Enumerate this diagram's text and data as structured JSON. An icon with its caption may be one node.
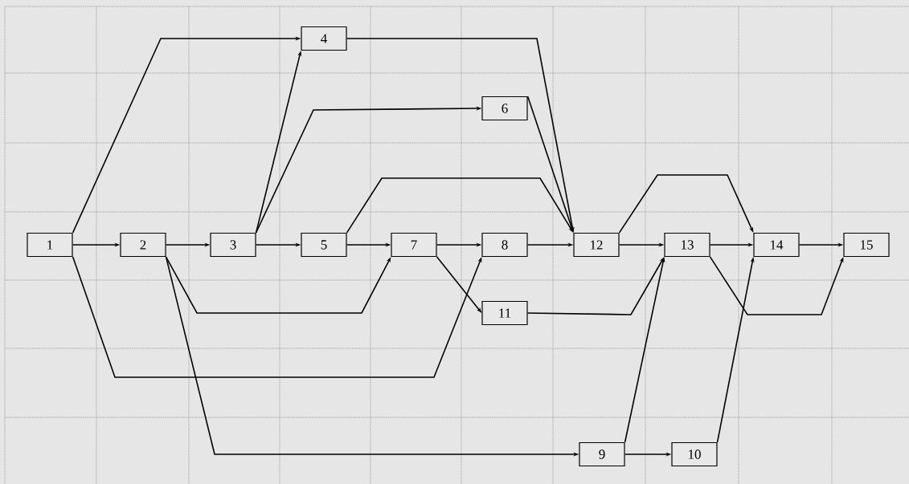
{
  "diagram": {
    "nodes": [
      {
        "text": [
          "1"
        ]
      },
      {
        "text": [
          "2"
        ]
      },
      {
        "text": [
          "3"
        ]
      },
      {
        "text": [
          "4"
        ]
      },
      {
        "text": [
          "5"
        ]
      },
      {
        "text": [
          "6"
        ]
      },
      {
        "text": [
          "7"
        ]
      },
      {
        "text": [
          "8"
        ]
      },
      {
        "text": [
          "9"
        ]
      },
      {
        "text": [
          "10"
        ]
      },
      {
        "text": [
          "11"
        ]
      },
      {
        "text": [
          "12"
        ]
      },
      {
        "text": [
          "13"
        ]
      },
      {
        "text": [
          "14"
        ]
      },
      {
        "text": [
          "15"
        ]
      }
    ],
    "edges": [
      {
        "from": 0,
        "to": 1,
        "arrow": "to"
      },
      {
        "from": 0,
        "to": 3,
        "arrow": "to"
      },
      {
        "from": 0,
        "to": 7,
        "arrow": "to"
      },
      {
        "from": 1,
        "to": 2,
        "arrow": "to"
      },
      {
        "from": 1,
        "to": 6,
        "arrow": "to"
      },
      {
        "from": 1,
        "to": 8,
        "arrow": "to"
      },
      {
        "from": 2,
        "to": 3,
        "arrow": "to"
      },
      {
        "from": 2,
        "to": 4,
        "arrow": "to"
      },
      {
        "from": 2,
        "to": 5,
        "arrow": "to"
      },
      {
        "from": 4,
        "to": 6,
        "arrow": "to"
      },
      {
        "from": 4,
        "to": 11,
        "arrow": "to"
      },
      {
        "from": 6,
        "to": 7,
        "arrow": "to"
      },
      {
        "from": 6,
        "to": 10,
        "arrow": "to"
      },
      {
        "from": 7,
        "to": 11,
        "arrow": "to"
      },
      {
        "from": 3,
        "to": 11,
        "arrow": "to"
      },
      {
        "from": 5,
        "to": 11,
        "arrow": "to"
      },
      {
        "from": 11,
        "to": 12,
        "arrow": "to"
      },
      {
        "from": 11,
        "to": 13,
        "arrow": "to"
      },
      {
        "from": 12,
        "to": 13,
        "arrow": "to"
      },
      {
        "from": 12,
        "to": 14,
        "arrow": "to"
      },
      {
        "from": 10,
        "to": 12,
        "arrow": "to"
      },
      {
        "from": 8,
        "to": 12,
        "arrow": "to"
      },
      {
        "from": 8,
        "to": 9,
        "arrow": "to"
      },
      {
        "from": 9,
        "to": 13,
        "arrow": "to"
      },
      {
        "from": 13,
        "to": 14,
        "arrow": "to"
      }
    ]
  }
}
